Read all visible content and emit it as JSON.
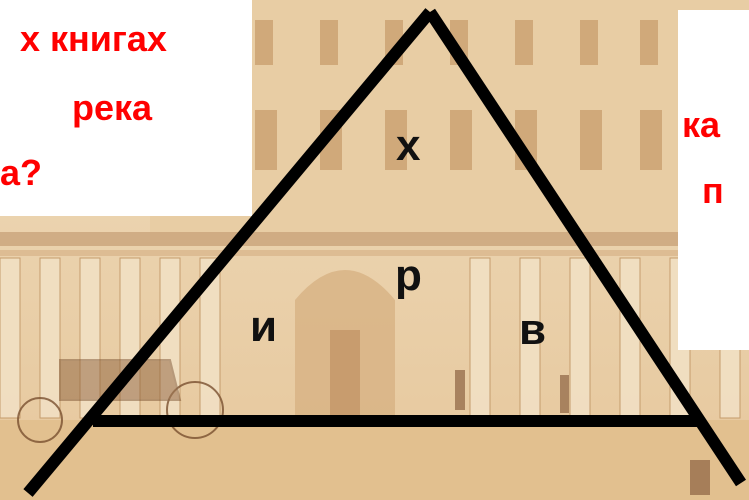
{
  "background": {
    "description_color": "#e9cfa7",
    "building_line_color": "#b88a5a"
  },
  "left_card": {
    "lines": [
      "х книгах",
      "река",
      "а?"
    ]
  },
  "right_card": {
    "lines": [
      "",
      "ка",
      "п"
    ]
  },
  "triangle": {
    "letters": {
      "top": "х",
      "center": "р",
      "left": "и",
      "right": "в"
    },
    "stroke_color": "#000000"
  },
  "colors": {
    "accent_text": "#ff0000",
    "card_bg": "#ffffff",
    "letter_text": "#111111"
  }
}
